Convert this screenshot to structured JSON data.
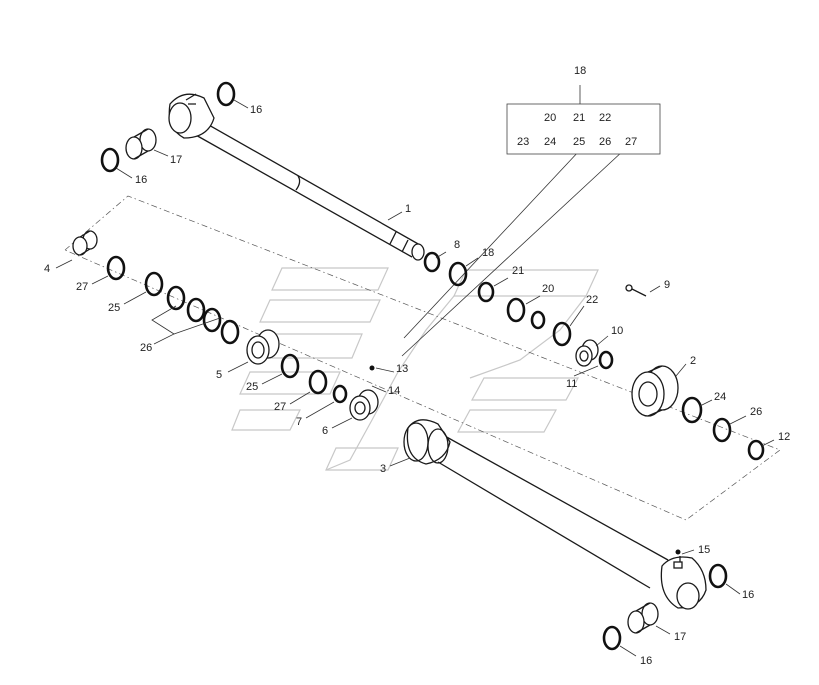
{
  "diagram": {
    "callouts": {
      "c1": "1",
      "c2": "2",
      "c3": "3",
      "c4": "4",
      "c5": "5",
      "c6": "6",
      "c7": "7",
      "c8": "8",
      "c9": "9",
      "c10": "10",
      "c11": "11",
      "c12": "12",
      "c13": "13",
      "c14": "14",
      "c15": "15",
      "c16a": "16",
      "c16b": "16",
      "c16c": "16",
      "c16d": "16",
      "c17a": "17",
      "c17b": "17",
      "c18b": "18",
      "c20b": "20",
      "c21b": "21",
      "c22b": "22",
      "c24b": "24",
      "c25a": "25",
      "c25b": "25",
      "c26a": "26",
      "c26b": "26",
      "c27a": "27",
      "c27b": "27"
    },
    "kit": {
      "label": "18",
      "row1": [
        "20",
        "21",
        "22"
      ],
      "row2": [
        "23",
        "24",
        "25",
        "26",
        "27"
      ]
    }
  }
}
